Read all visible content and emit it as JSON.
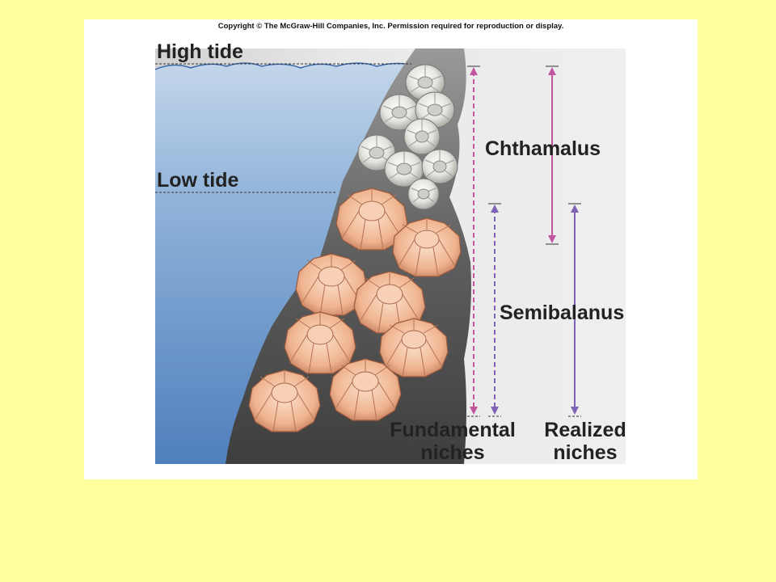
{
  "copyright": "Copyright © The McGraw-Hill Companies, Inc. Permission required for reproduction or display.",
  "labels": {
    "high_tide": "High tide",
    "low_tide": "Low tide",
    "chthamalus": "Chthamalus",
    "semibalanus": "Semibalanus",
    "fundamental_line1": "Fundamental",
    "fundamental_line2": "niches",
    "realized_line1": "Realized",
    "realized_line2": "niches"
  },
  "colors": {
    "background": "#ffff9e",
    "water": "#5f8fc8",
    "rock": "#555555",
    "chthamalus_barnacle": "#e6e6e2",
    "semibalanus_barnacle": "#f0b896",
    "chthamalus_arrow": "#c2559e",
    "semibalanus_arrow": "#7d62b8"
  }
}
